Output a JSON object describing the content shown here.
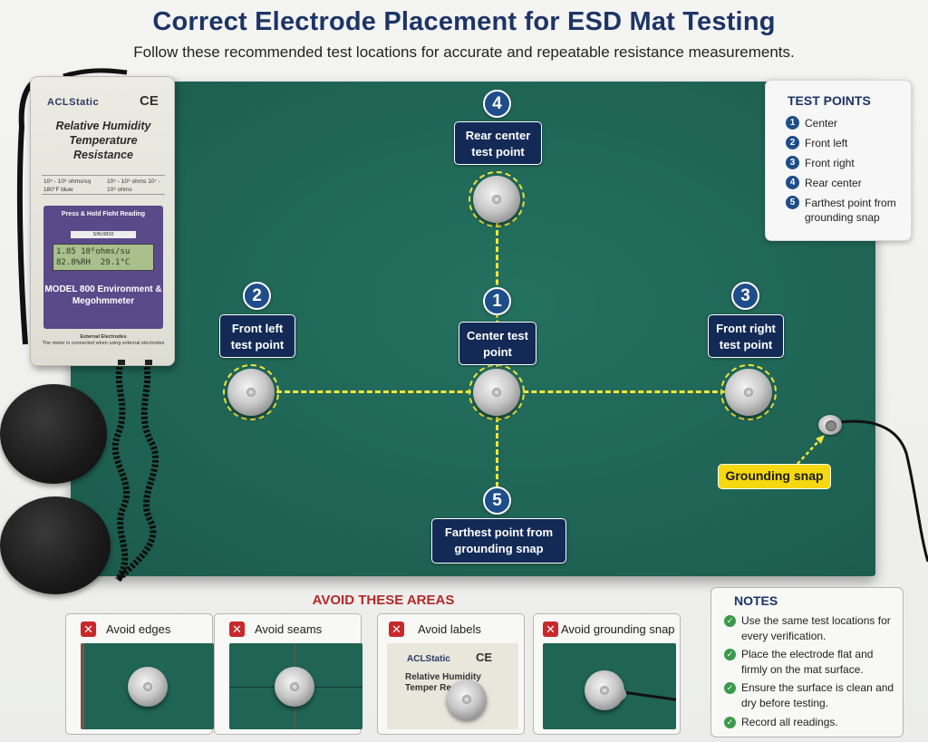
{
  "header": {
    "title": "Correct Electrode Placement for ESD Mat Testing",
    "subtitle": "Follow these recommended test locations for accurate and repeatable resistance measurements."
  },
  "meter": {
    "brand": "ACLStatic",
    "ce_mark": "CE",
    "heading": "Relative Humidity Temperature Resistance",
    "scale_left": "10⁵ - 10⁹ ohms/sq 180°F bluw",
    "scale_right": "10⁵ - 10⁹ ohms 10⁷ - 10⁹ ohms",
    "press_hold": "Press & Hold Fioht Reading",
    "serial": "SIN:0810",
    "lcd_line1": "1.85 10⁶ohms/su",
    "lcd_line2": "82.8%RH  29.1°C",
    "model": "MODEL 800 Environment & Megohmmeter",
    "external_title": "External Electrodes",
    "external_note": "The meter is connected when using external electrodes"
  },
  "test_points": [
    {
      "number": "1",
      "label": "Center test point"
    },
    {
      "number": "2",
      "label": "Front left test point"
    },
    {
      "number": "3",
      "label": "Front right test point"
    },
    {
      "number": "4",
      "label": "Rear center test point"
    },
    {
      "number": "5",
      "label": "Farthest point from grounding snap"
    }
  ],
  "grounding_snap_label": "Grounding snap",
  "legend": {
    "title": "TEST POINTS",
    "items": [
      {
        "number": "1",
        "text": "Center"
      },
      {
        "number": "2",
        "text": "Front left"
      },
      {
        "number": "3",
        "text": "Front right"
      },
      {
        "number": "4",
        "text": "Rear center"
      },
      {
        "number": "5",
        "text": "Farthest point from grounding snap"
      }
    ]
  },
  "avoid": {
    "title": "AVOID THESE AREAS",
    "x_mark": "✕",
    "items": [
      {
        "label": "Avoid edges"
      },
      {
        "label": "Avoid seams"
      },
      {
        "label": "Avoid labels"
      },
      {
        "label": "Avoid grounding snap"
      }
    ],
    "label_photo": {
      "brand": "ACLStatic",
      "ce": "CE",
      "text": "Relative Humidity Temper Resist"
    }
  },
  "notes": {
    "title": "NOTES",
    "check": "✓",
    "items": [
      "Use the same test locations for every verification.",
      "Place the electrode flat and firmly on the mat surface.",
      "Ensure the surface is clean and dry before testing.",
      "Record all readings."
    ]
  },
  "colors": {
    "mat_green": "#1f6455",
    "marker_blue": "#1e4d8a",
    "label_navy": "#132a56",
    "dash_yellow": "#f2e63a",
    "snap_label_yellow": "#f5d80f",
    "avoid_red": "#c8282a",
    "check_green": "#3a9a4b"
  }
}
